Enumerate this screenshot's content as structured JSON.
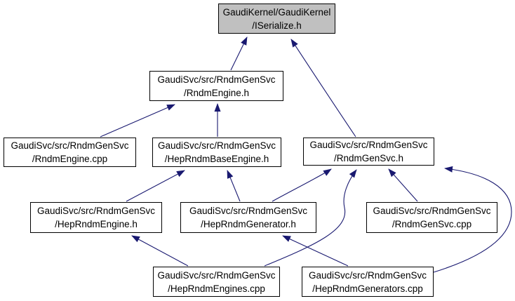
{
  "diagram": {
    "type": "include-dependency-graph",
    "colors": {
      "edge": "#191970",
      "node_border": "#000000",
      "node_fill": "#ffffff",
      "highlight_fill": "#c0c0c0",
      "background": "#ffffff"
    },
    "nodes": [
      {
        "id": "iserialize",
        "line1": "GaudiKernel/GaudiKernel",
        "line2": "/ISerialize.h",
        "highlighted": true
      },
      {
        "id": "rndmengine-h",
        "line1": "GaudiSvc/src/RndmGenSvc",
        "line2": "/RndmEngine.h",
        "highlighted": false
      },
      {
        "id": "rndmengine-cpp",
        "line1": "GaudiSvc/src/RndmGenSvc",
        "line2": "/RndmEngine.cpp",
        "highlighted": false
      },
      {
        "id": "heprndmbaseengine-h",
        "line1": "GaudiSvc/src/RndmGenSvc",
        "line2": "/HepRndmBaseEngine.h",
        "highlighted": false
      },
      {
        "id": "rndmgensvc-h",
        "line1": "GaudiSvc/src/RndmGenSvc",
        "line2": "/RndmGenSvc.h",
        "highlighted": false
      },
      {
        "id": "heprndmengine-h",
        "line1": "GaudiSvc/src/RndmGenSvc",
        "line2": "/HepRndmEngine.h",
        "highlighted": false
      },
      {
        "id": "heprndmgenerator-h",
        "line1": "GaudiSvc/src/RndmGenSvc",
        "line2": "/HepRndmGenerator.h",
        "highlighted": false
      },
      {
        "id": "rndmgensvc-cpp",
        "line1": "GaudiSvc/src/RndmGenSvc",
        "line2": "/RndmGenSvc.cpp",
        "highlighted": false
      },
      {
        "id": "heprndmengines-cpp",
        "line1": "GaudiSvc/src/RndmGenSvc",
        "line2": "/HepRndmEngines.cpp",
        "highlighted": false
      },
      {
        "id": "heprndmgenerators-cpp",
        "line1": "GaudiSvc/src/RndmGenSvc",
        "line2": "/HepRndmGenerators.cpp",
        "highlighted": false
      }
    ],
    "edges": [
      {
        "from": "RndmEngine.h",
        "to": "ISerialize.h"
      },
      {
        "from": "RndmGenSvc.h",
        "to": "ISerialize.h"
      },
      {
        "from": "RndmEngine.cpp",
        "to": "RndmEngine.h"
      },
      {
        "from": "HepRndmBaseEngine.h",
        "to": "RndmEngine.h"
      },
      {
        "from": "HepRndmEngine.h",
        "to": "HepRndmBaseEngine.h"
      },
      {
        "from": "HepRndmGenerator.h",
        "to": "HepRndmBaseEngine.h"
      },
      {
        "from": "HepRndmGenerator.h",
        "to": "RndmGenSvc.h"
      },
      {
        "from": "RndmGenSvc.cpp",
        "to": "RndmGenSvc.h"
      },
      {
        "from": "HepRndmEngines.cpp",
        "to": "HepRndmEngine.h"
      },
      {
        "from": "HepRndmGenerators.cpp",
        "to": "HepRndmGenerator.h"
      },
      {
        "from": "HepRndmEngines.cpp",
        "to": "RndmGenSvc.h"
      },
      {
        "from": "HepRndmGenerators.cpp",
        "to": "RndmGenSvc.h"
      }
    ]
  }
}
